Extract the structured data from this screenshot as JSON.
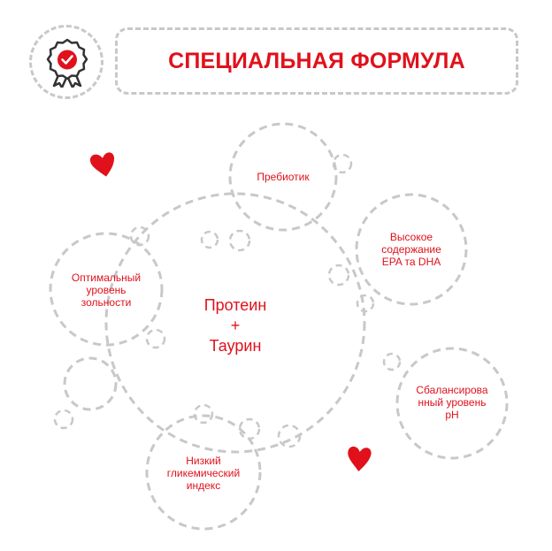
{
  "header": {
    "title": "СПЕЦИАЛЬНАЯ ФОРМУЛА",
    "badge_icon": "award-ribbon-check-icon"
  },
  "center": {
    "text": "Протеин\n+\nТаурин"
  },
  "nodes": [
    {
      "id": "prebiotic",
      "text": "Пребиотик"
    },
    {
      "id": "epa-dha",
      "text": "Высокое\nсодержание\nEPA та DHA"
    },
    {
      "id": "ph",
      "text": "Сбалансирова\nнный уровень\npH"
    },
    {
      "id": "glycemic",
      "text": "Низкий\nгликемический\nиндекс"
    },
    {
      "id": "ash",
      "text": "Оптимальный\nуровень\nзольности"
    }
  ],
  "decorations": {
    "heart_color": "#e0111b",
    "accent_color": "#e0111b",
    "dash_color": "#c8c8c8",
    "icon_color": "#333333"
  }
}
